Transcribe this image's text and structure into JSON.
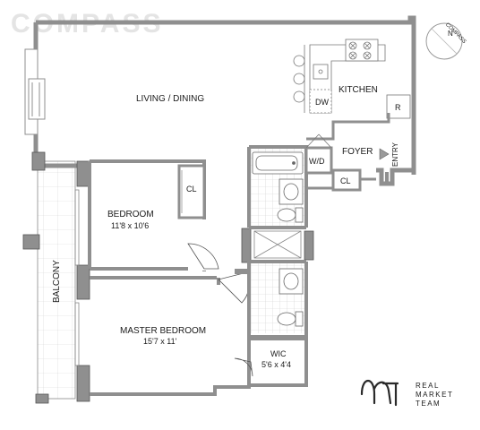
{
  "brand": {
    "watermark": "COMPASS"
  },
  "compass": {
    "label": "COMPASS",
    "north": "N"
  },
  "rooms": {
    "living_dining": "LIVING / DINING",
    "kitchen": "KITCHEN",
    "dw": "DW",
    "r": "R",
    "wd": "W/D",
    "foyer": "FOYER",
    "entry": "ENTRY",
    "foyer_closet": "CL",
    "bedroom_closet": "CL",
    "bedroom": "BEDROOM",
    "bedroom_dims": "11'8 x 10'6",
    "balcony": "BALCONY",
    "master": "MASTER BEDROOM",
    "master_dims": "15'7 x 11'",
    "wic": "WIC",
    "wic_dims": "5'6 x 4'4"
  },
  "logo": {
    "line1": "REAL",
    "line2": "MARKET",
    "line3": "TEAM"
  },
  "colors": {
    "wall": "#8f8f8f",
    "wall_stroke": "#5a5a5a",
    "tile": "#c9c9c9",
    "text": "#1a1a1a"
  }
}
